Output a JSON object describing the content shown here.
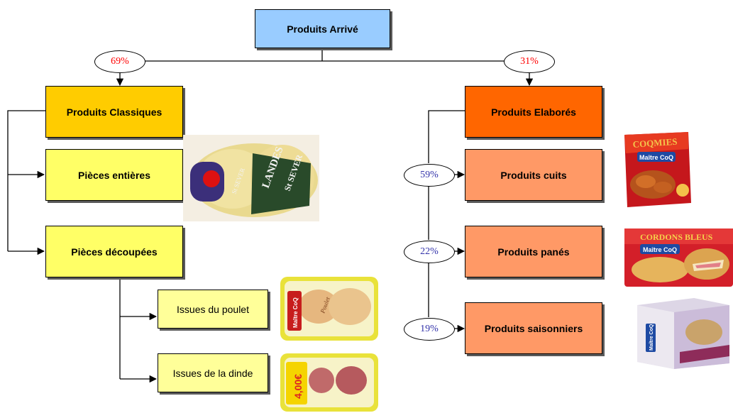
{
  "root": {
    "label": "Produits Arrivé",
    "color": "#99ccff"
  },
  "left_branch": {
    "percent": "69%",
    "percent_color": "#ff0000",
    "head": {
      "label": "Produits Classiques",
      "color": "#ffcc00"
    },
    "children": [
      {
        "label": "Pièces entières",
        "color": "#ffff66"
      },
      {
        "label": "Pièces découpées",
        "color": "#ffff66"
      }
    ],
    "grandchildren": [
      {
        "label": "Issues du poulet",
        "color": "#ffff99"
      },
      {
        "label": "Issues de la dinde",
        "color": "#ffff99"
      }
    ],
    "photos": [
      {
        "icon": "whole-chicken-photo",
        "labels": [
          "LANDES",
          "St SEVER"
        ]
      },
      {
        "icon": "chicken-pieces-tray-photo",
        "labels": [
          "Maître CoQ",
          "Poulet"
        ]
      },
      {
        "icon": "turkey-tray-photo",
        "labels": [
          "4,00€"
        ]
      }
    ]
  },
  "right_branch": {
    "percent": "31%",
    "percent_color": "#ff0000",
    "head": {
      "label": "Produits Elaborés",
      "color": "#ff6600"
    },
    "children": [
      {
        "label": "Produits cuits",
        "percent": "59%",
        "color": "#ff9966"
      },
      {
        "label": "Produits panés",
        "percent": "22%",
        "color": "#ff9966"
      },
      {
        "label": "Produits saisonniers",
        "percent": "19%",
        "color": "#ff9966"
      }
    ],
    "child_percent_color": "#3333aa",
    "photos": [
      {
        "icon": "cooked-chicken-bag-photo",
        "labels": [
          "COQMIES",
          "Maître CoQ"
        ]
      },
      {
        "icon": "cordon-bleu-pack-photo",
        "labels": [
          "CORDONS BLEUS",
          "Maître CoQ"
        ]
      },
      {
        "icon": "seasonal-box-photo",
        "labels": [
          "Maître CoQ"
        ]
      }
    ]
  }
}
